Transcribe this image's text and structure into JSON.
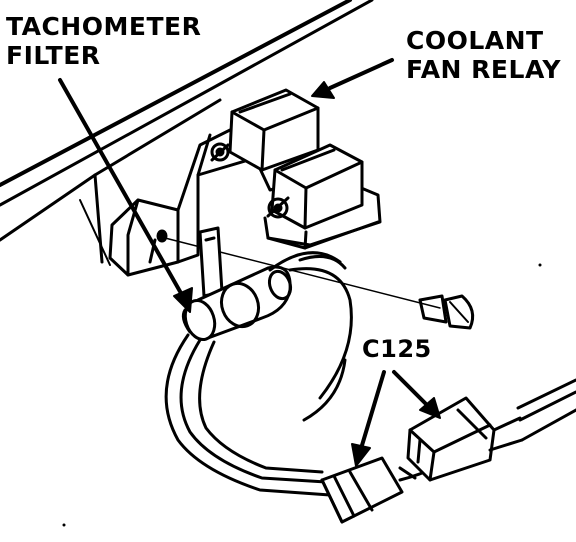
{
  "labels": {
    "tachometer_filter_line1": "TACHOMETER",
    "tachometer_filter_line2": "FILTER",
    "coolant_fan_relay_line1": "COOLANT",
    "coolant_fan_relay_line2": "FAN RELAY",
    "connector": "C125"
  },
  "colors": {
    "ink": "#000000",
    "paper": "#ffffff"
  }
}
